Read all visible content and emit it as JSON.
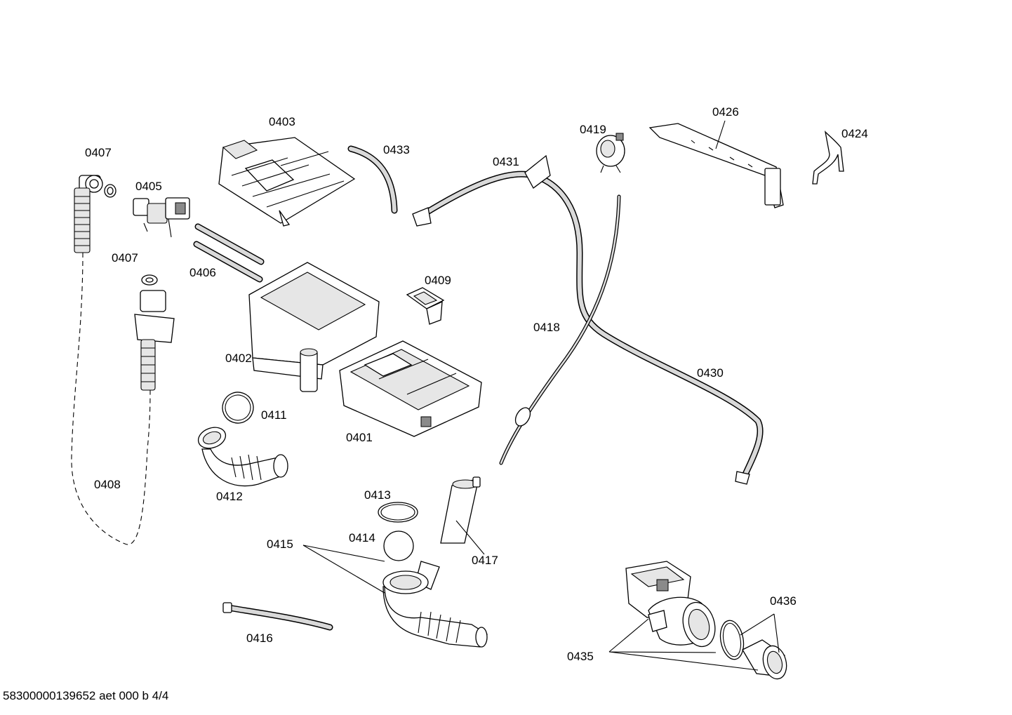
{
  "labels": {
    "p0403": "0403",
    "p0433": "0433",
    "p0407a": "0407",
    "p0405": "0405",
    "p0406": "0406",
    "p0407b": "0407",
    "p0409": "0409",
    "p0402": "0402",
    "p0411": "0411",
    "p0401": "0401",
    "p0408": "0408",
    "p0412": "0412",
    "p0413": "0413",
    "p0414": "0414",
    "p0415": "0415",
    "p0417": "0417",
    "p0416": "0416",
    "p0431": "0431",
    "p0419": "0419",
    "p0426": "0426",
    "p0424": "0424",
    "p0418": "0418",
    "p0430": "0430",
    "p0436": "0436",
    "p0435": "0435"
  },
  "footer": "58300000139652 aet 000 b 4/4"
}
